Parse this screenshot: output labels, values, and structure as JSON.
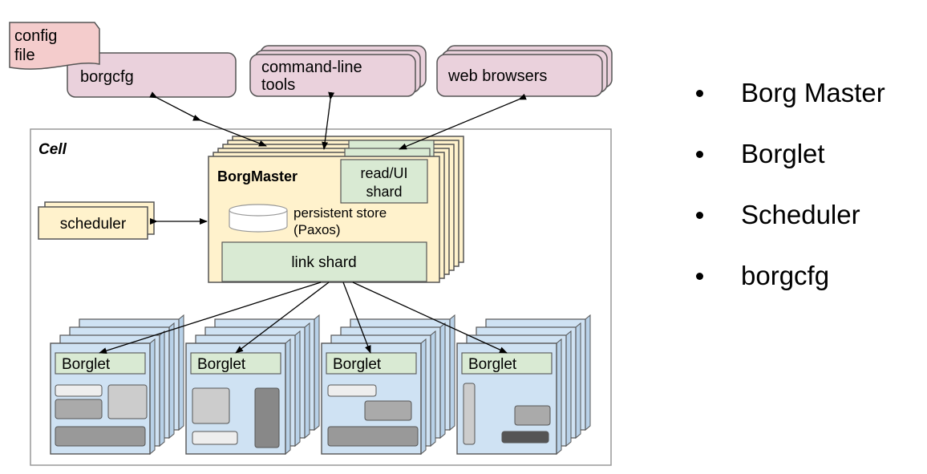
{
  "diagram": {
    "config_file": [
      "config",
      "file"
    ],
    "borgcfg": "borgcfg",
    "command_line_tools": [
      "command-line",
      "tools"
    ],
    "web_browsers": "web browsers",
    "cell": "Cell",
    "borgmaster": "BorgMaster",
    "read_ui_shard": [
      "read/UI",
      "shard"
    ],
    "persistent_store": [
      "persistent store",
      "(Paxos)"
    ],
    "link_shard": "link shard",
    "scheduler": "scheduler",
    "borglets": [
      "Borglet",
      "Borglet",
      "Borglet",
      "Borglet"
    ]
  },
  "bullets": [
    "Borg Master",
    "Borglet",
    "Scheduler",
    "borgcfg"
  ],
  "colors": {
    "client_fill": "#ead1dc",
    "config_fill": "#f4cccc",
    "master_fill": "#fff2cc",
    "shard_fill": "#d9ead3",
    "borglet_fill": "#cfe2f3",
    "frame": "#999999"
  }
}
